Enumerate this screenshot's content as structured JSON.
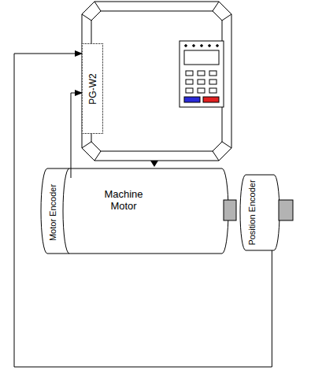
{
  "diagram": {
    "nodes": [
      {
        "text": [
          "PG-W2"
        ]
      },
      {
        "text": [
          "Motor Encoder"
        ]
      },
      {
        "text": [
          "Machine Motor"
        ]
      },
      {
        "text": [
          "Position Encoder"
        ]
      }
    ],
    "edges": [
      {
        "from": 1,
        "to": 0,
        "arrow": "to"
      },
      {
        "from": 3,
        "to": 0,
        "arrow": "to"
      }
    ]
  }
}
